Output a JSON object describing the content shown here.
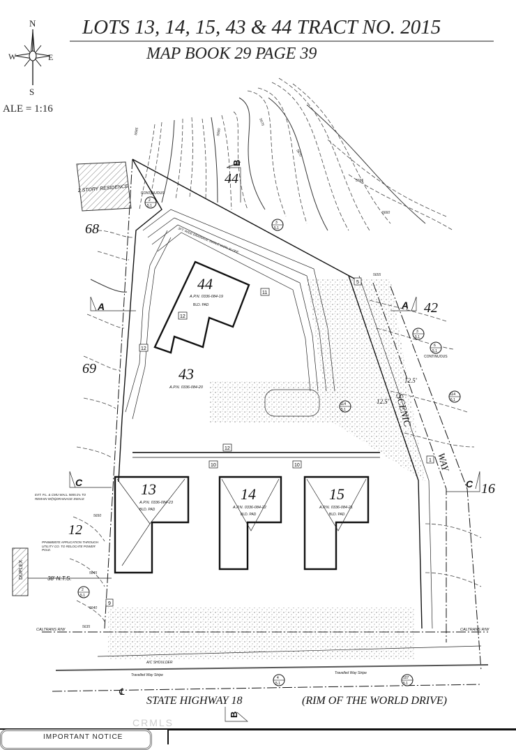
{
  "header": {
    "title": "LOTS 13, 14, 15, 43 & 44 TRACT NO. 2015",
    "subtitle": "MAP BOOK 29 PAGE 39",
    "scale": "ALE = 1:16"
  },
  "compass": {
    "n": "N",
    "s": "S",
    "e": "E",
    "w": "W"
  },
  "lots": {
    "lot44": {
      "number": "44",
      "apn": "A.P.N. 0336-084-19",
      "pad": "BLD. PAD"
    },
    "lot43": {
      "number": "43",
      "apn": "A.P.N. 0336-084-20"
    },
    "lot13": {
      "number": "13",
      "apn": "A.P.N. 0336-084-23",
      "pad": "BLD. PAD"
    },
    "lot14": {
      "number": "14",
      "apn": "A.P.N. 0336-084-22",
      "pad": "BLD. PAD"
    },
    "lot15": {
      "number": "15",
      "apn": "A.P.N. 0336-084-21",
      "pad": "BLD. PAD"
    }
  },
  "adjacent_lots": {
    "l68": "68",
    "l69": "69",
    "l12": "12",
    "l42": "42",
    "l16": "16",
    "l44top": "44"
  },
  "labels": {
    "residence": "2 STORY RESIDENCE",
    "duplex": "DUPLEX",
    "nts": "38' N.T.S.",
    "continuous": "CONTINUOUS",
    "continuous2": "CONTINUOUS",
    "caltrans_left": "CALTRANS R/W",
    "caltrans_right": "CALTRANS R/W",
    "stripe_left": "Travelled Way Stripe",
    "stripe_right": "Travelled Way Stripe",
    "shoulder": "A/C SHOULDER",
    "scenic": "SCENIC",
    "way": "WAY",
    "dim": "12.5'",
    "dim2": "12.5'",
    "cl": "℄",
    "wall_note": "EXT. P.L. & CMU WALL 5655.0'± TO REMAIN W/(N)DRAINAGE SWALE",
    "pole_note": "PP4668007E APPLICATION THROUGH UTILITY CO. TO RELOCATE POWER POLE.",
    "swale": "3FT. WIDE DRAINAGE SWALE W/2% SLOPE"
  },
  "contours": [
    "5685",
    "5680",
    "5675",
    "5670",
    "5665",
    "5660",
    "5655",
    "5650",
    "5645",
    "5640",
    "5635"
  ],
  "sections": {
    "a": "A",
    "b": "B",
    "c": "C"
  },
  "details": [
    {
      "num": "2",
      "sheet": "5.1"
    },
    {
      "num": "3",
      "sheet": "5.1"
    },
    {
      "num": "4",
      "sheet": "5.1"
    },
    {
      "num": "6",
      "sheet": "5.1"
    },
    {
      "num": "114",
      "sheet": "5.1"
    },
    {
      "num": "107",
      "sheet": "5.1"
    }
  ],
  "keynotes": [
    "12",
    "10",
    "11",
    "9",
    "5",
    "1"
  ],
  "road": {
    "name": "STATE HIGHWAY 18",
    "alt": "(RIM OF THE WORLD DRIVE)"
  },
  "footer": {
    "notice": "IMPORTANT NOTICE",
    "watermark": "CRMLS"
  }
}
